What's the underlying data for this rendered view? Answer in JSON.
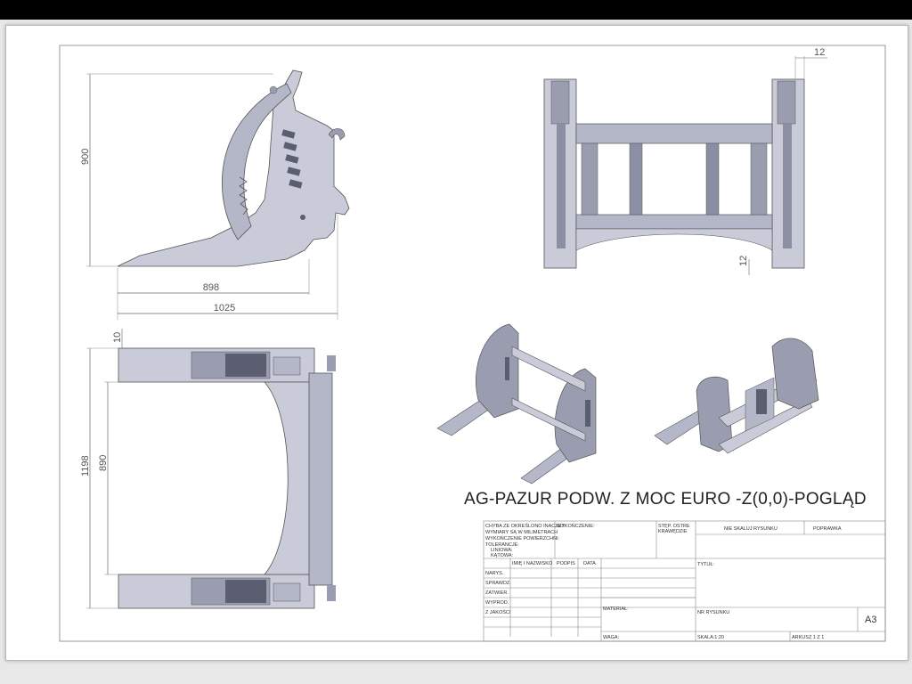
{
  "drawing_title": "AG-PAZUR PODW. Z MOC EURO -Z(0,0)-POGLĄD",
  "dimensions": {
    "side_height": "900",
    "side_inner_length": "898",
    "side_total_length": "1025",
    "front_top_width": "12",
    "front_bottom_height": "12",
    "top_edge": "10",
    "top_total": "1198",
    "top_inner": "890"
  },
  "title_block": {
    "notes_lines": [
      "CHYBA ZE OKREŚLONO INACZEJ:",
      "WYMIARY SĄ W MILIMETRACH",
      "WYKOŃCZENIE POWIERZCHNI:",
      "TOLERANCJE:",
      "LINIOWA:",
      "KĄTOWA:"
    ],
    "finish_label": "WYKOŃCZENIE:",
    "edges_label": [
      "STĘP. OSTRE",
      "KRAWĘDZIE"
    ],
    "no_scale": "NIE SKALUJ RYSUNKU",
    "revision": "POPRAWKA",
    "name_header": "IMIĘ I NAZWISKO",
    "sign_header": "PODPIS",
    "date_header": "DATA",
    "title_label": "TYTUŁ:",
    "rows": [
      "NARYS.",
      "SPRAWDZ.",
      "ZATWIER.",
      "WYPROD.",
      "Z JAKOŚCI"
    ],
    "material_label": "MATERIAŁ:",
    "drawing_no_label": "NR RYSUNKU",
    "sheet_size": "A3",
    "weight_label": "WAGA:",
    "scale_label": "SKALA:1:20",
    "sheet_label": "ARKUSZ 1 Z 1"
  },
  "colors": {
    "part_fill": "#c9cbd9",
    "part_shade": "#9a9db0",
    "part_dark": "#5b5e70",
    "line": "#555"
  }
}
